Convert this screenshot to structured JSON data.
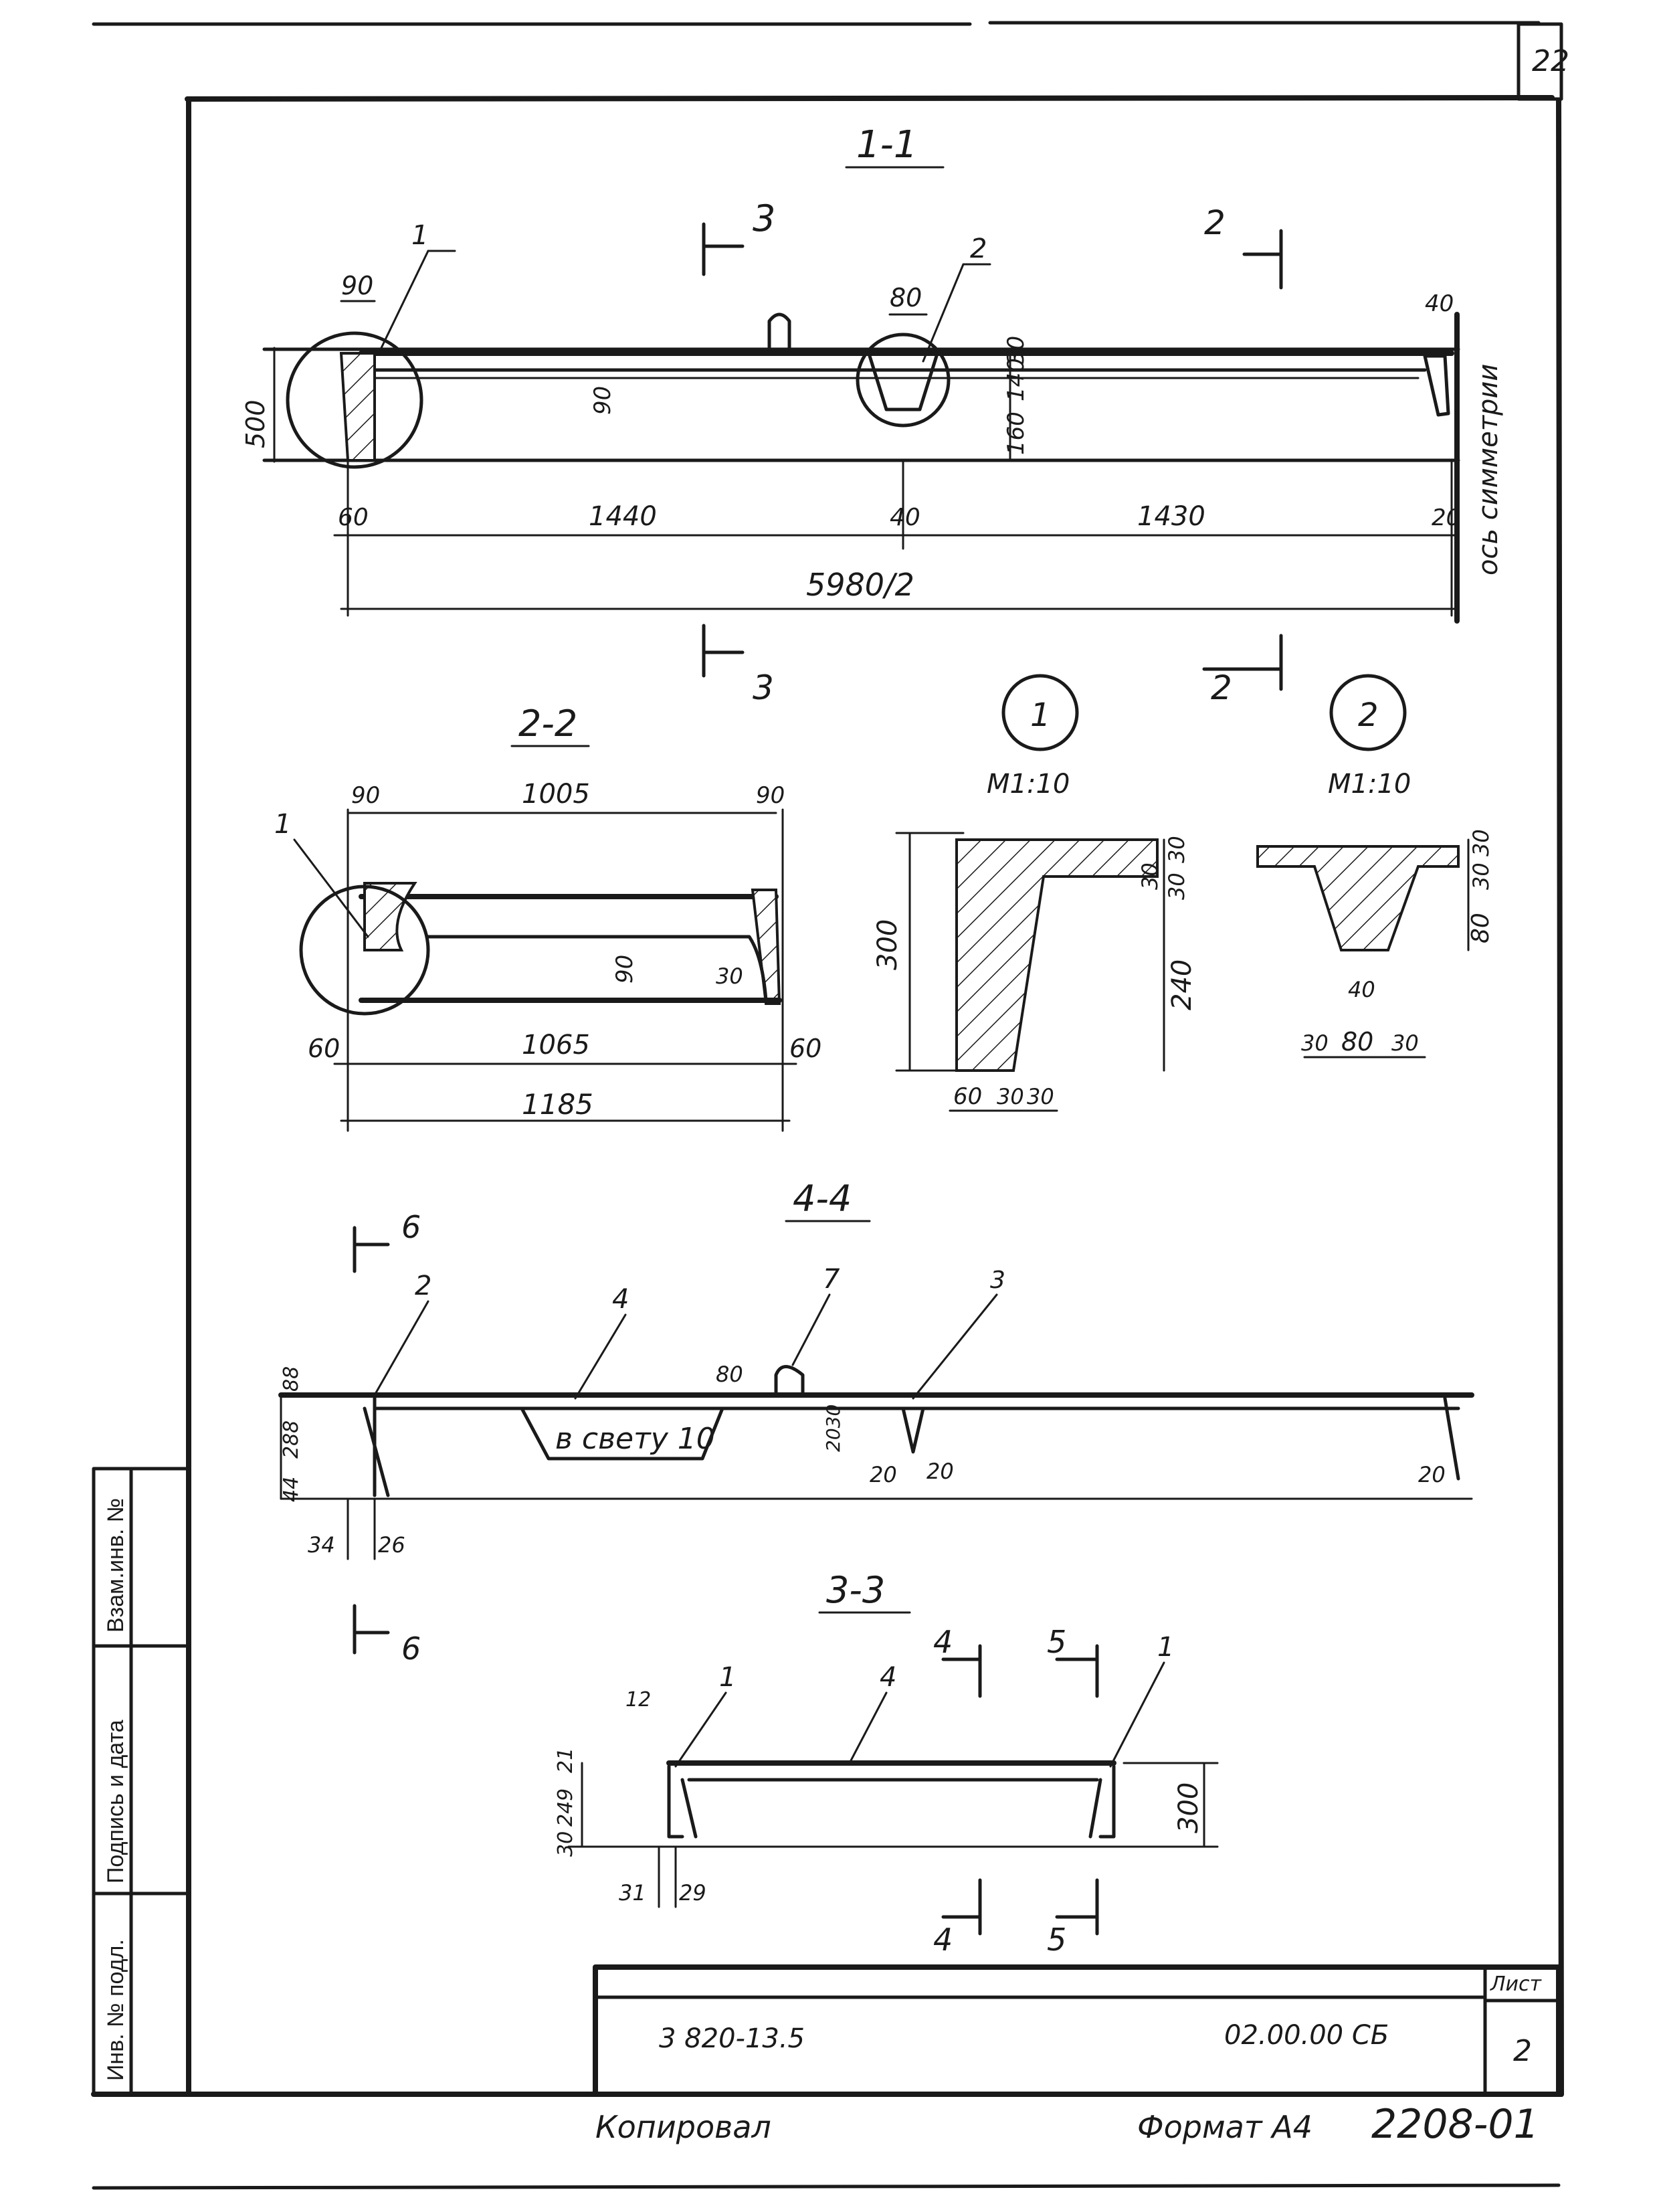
{
  "sheet": {
    "page_number": "22",
    "code": "3 820-13.5",
    "designation": "02.00.00 СБ",
    "list_label": "Лист",
    "list_number": "2",
    "copied_label": "Копировал",
    "format_label": "Формат А4",
    "inventory_number": "2208-01"
  },
  "side_stamp": {
    "inv_no_podl": "Инв. № подл.",
    "podpis_data": "Подпись и дата",
    "vzam_inv": "Взам.инв. №"
  },
  "section_1_1": {
    "title": "1-1",
    "cut_3": "3",
    "cut_2": "2",
    "leader_1": "1",
    "leader_2": "2",
    "dim_90": "90",
    "dim_80": "80",
    "dim_30": "30",
    "dim_40": "40",
    "dim_500": "500",
    "dim_90_rib": "90",
    "dim_140": "140",
    "dim_160": "160",
    "dim_60": "60",
    "dim_1440": "1440",
    "dim_40b": "40",
    "dim_1430": "1430",
    "dim_20": "20",
    "dim_5980": "5980/2",
    "axis_label": "ось симметрии",
    "cut_3_bottom": "3",
    "cut_2_bottom": "2"
  },
  "section_2_2": {
    "title": "2-2",
    "leader_1": "1",
    "dim_90_l": "90",
    "dim_1005": "1005",
    "dim_90_r": "90",
    "dim_90_mid": "90",
    "dim_30": "30",
    "dim_60_l": "60",
    "dim_1065": "1065",
    "dim_60_r": "60",
    "dim_1185": "1185"
  },
  "detail_1": {
    "marker": "1",
    "scale": "М1:10",
    "dim_300": "300",
    "dim_30a": "30",
    "dim_30b": "30",
    "dim_30c": "30",
    "dim_240": "240",
    "dim_60": "60",
    "dim_30d": "30",
    "dim_30e": "30"
  },
  "detail_2": {
    "marker": "2",
    "scale": "М1:10",
    "dim_30a": "30",
    "dim_30b": "30",
    "dim_80v": "80",
    "dim_40": "40",
    "dim_30l": "30",
    "dim_80": "80",
    "dim_30r": "30"
  },
  "section_4_4": {
    "title": "4-4",
    "cut_6_top": "6",
    "cut_6_bottom": "6",
    "leader_2": "2",
    "leader_4": "4",
    "leader_7": "7",
    "leader_3": "3",
    "dim_80": "80",
    "note": "в свету 10",
    "dim_88": "88",
    "dim_288": "288",
    "dim_44": "44",
    "dim_2030": "2030",
    "dim_20a": "20",
    "dim_20b": "20",
    "dim_20c": "20",
    "dim_34": "34",
    "dim_26": "26"
  },
  "section_3_3": {
    "title": "3-3",
    "cut_4_top": "4",
    "cut_5_top": "5",
    "cut_4_bottom": "4",
    "cut_5_bottom": "5",
    "leader_1l": "1",
    "leader_4": "4",
    "leader_1r": "1",
    "dim_12": "12",
    "dim_21": "21",
    "dim_249": "249",
    "dim_30": "30",
    "dim_300": "300",
    "dim_31": "31",
    "dim_29": "29"
  }
}
